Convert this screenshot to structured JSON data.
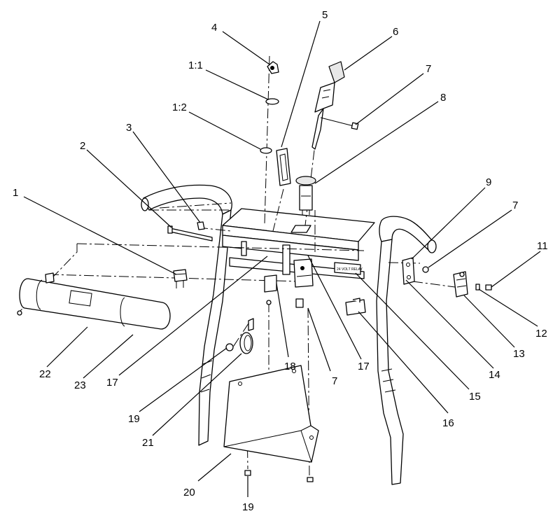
{
  "labels": [
    "4",
    "5",
    "6",
    "1:1",
    "7",
    "1:2",
    "8",
    "3",
    "2",
    "9",
    "7",
    "1",
    "11",
    "12",
    "13",
    "14",
    "22",
    "23",
    "15",
    "17",
    "18",
    "7",
    "17",
    "16",
    "19",
    "21",
    "20",
    "19"
  ],
  "plate_text": "24 VOLT RELAY"
}
